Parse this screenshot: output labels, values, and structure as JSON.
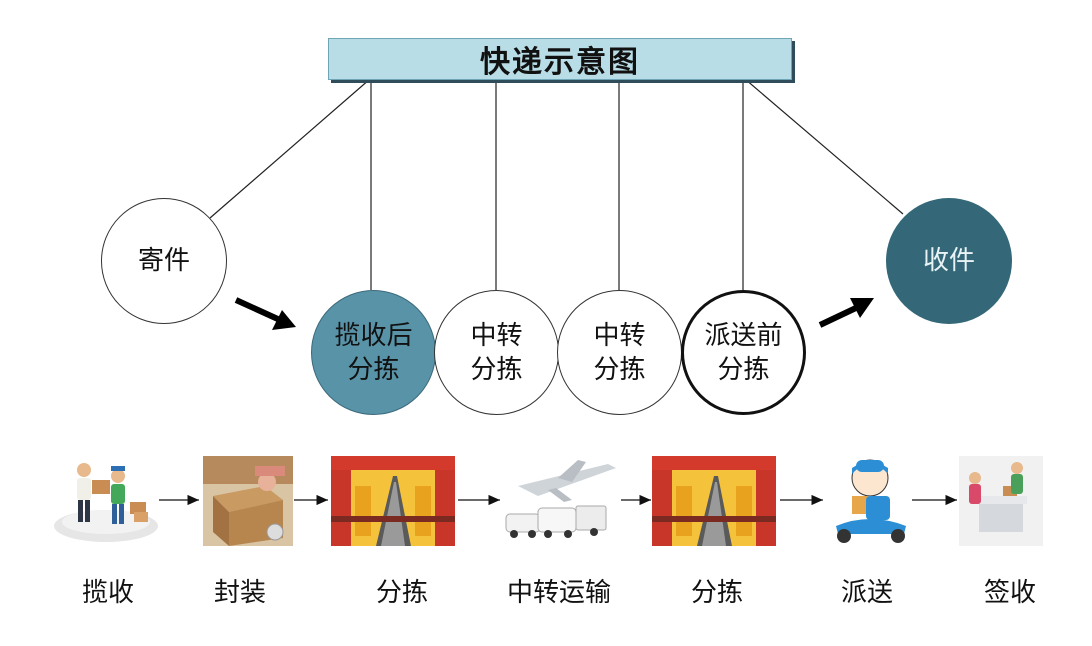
{
  "title": "快递示意图",
  "nodes": {
    "send": "寄件",
    "receive": "收件",
    "sort_after_pickup": "揽收后\n分拣",
    "transit_sort_1": "中转\n分拣",
    "transit_sort_2": "中转\n分拣",
    "sort_before_delivery": "派送前\n分拣"
  },
  "steps": [
    {
      "label": "揽收",
      "icon": "handover-people-icon"
    },
    {
      "label": "封装",
      "icon": "packing-box-icon"
    },
    {
      "label": "分拣",
      "icon": "sorting-conveyor-icon"
    },
    {
      "label": "中转运输",
      "icon": "plane-trucks-icon"
    },
    {
      "label": "分拣",
      "icon": "sorting-conveyor-icon"
    },
    {
      "label": "派送",
      "icon": "courier-scooter-icon"
    },
    {
      "label": "签收",
      "icon": "sign-receipt-icon"
    }
  ],
  "colors": {
    "title_fill": "#b9dde6",
    "receive_fill": "#346878",
    "pickup_sort_fill": "#5893a8"
  }
}
